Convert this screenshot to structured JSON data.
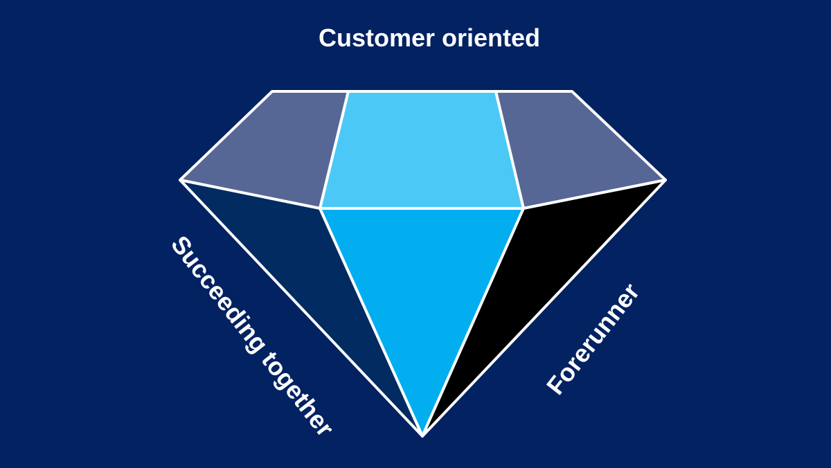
{
  "labels": {
    "top": "Customer oriented",
    "left": "Succeeding together",
    "right": "Forerunner"
  },
  "colors": {
    "background": "#032262",
    "outline": "#ffffff",
    "crown_side": "#566796",
    "crown_center": "#4cc8f6",
    "pavilion_left": "#022b62",
    "pavilion_center": "#03aef0",
    "pavilion_right": "#000000",
    "text": "#ffffff"
  }
}
